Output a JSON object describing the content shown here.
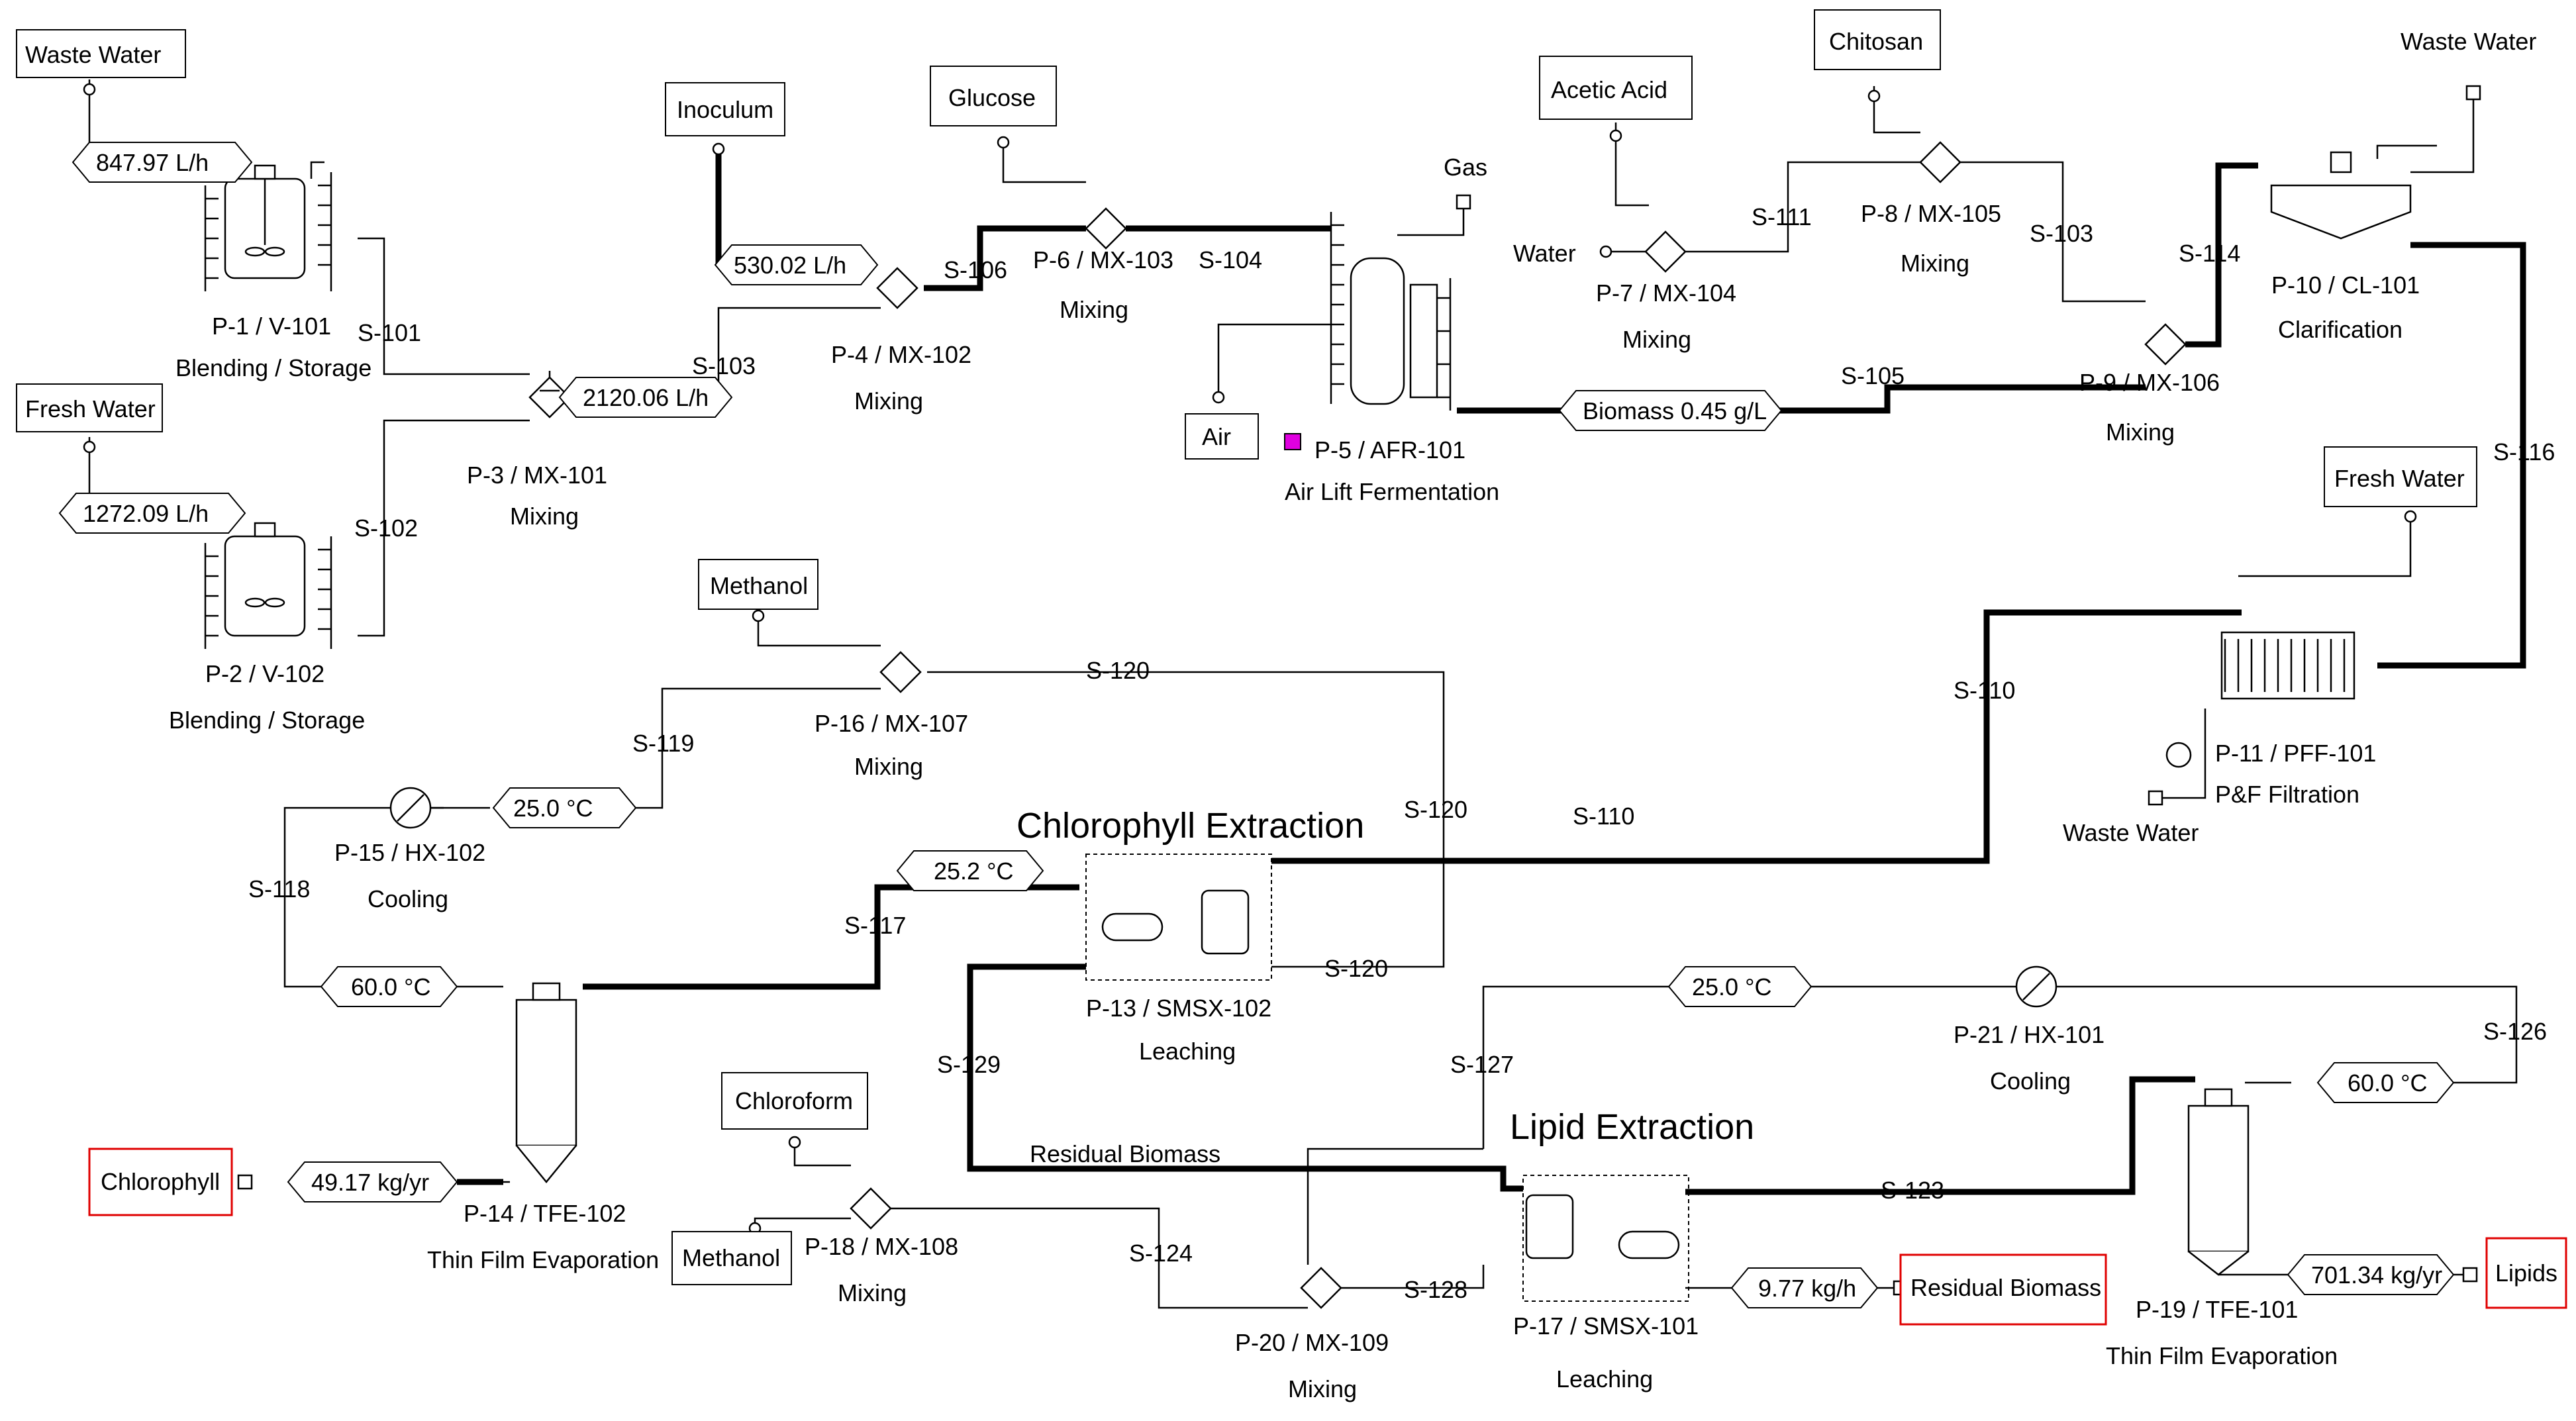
{
  "sources": {
    "waste_water_1": "Waste Water",
    "fresh_water_1": "Fresh Water",
    "inoculum": "Inoculum",
    "glucose": "Glucose",
    "air": "Air",
    "acetic_acid": "Acetic Acid",
    "water": "Water",
    "chitosan": "Chitosan",
    "waste_water_2": "Waste Water",
    "gas": "Gas",
    "fresh_water_2": "Fresh Water",
    "waste_water_3": "Waste Water",
    "methanol_1": "Methanol",
    "chloroform": "Chloroform",
    "methanol_2": "Methanol"
  },
  "products": {
    "chlorophyll": "Chlorophyll",
    "residual_biomass": "Residual Biomass",
    "lipids": "Lipids"
  },
  "flags": {
    "f1": "847.97 L/h",
    "f2": "1272.09 L/h",
    "f3": "2120.06 L/h",
    "f4": "530.02 L/h",
    "f5": "Biomass 0.45 g/L",
    "f6": "25.0 °C",
    "f7": "25.2 °C",
    "f8": "60.0 °C",
    "f9": "49.17 kg/yr",
    "f10": "25.0 °C",
    "f11": "60.0 °C",
    "f12": "9.77 kg/h",
    "f13": "701.34 kg/yr"
  },
  "units": {
    "p1": "P-1 / V-101",
    "p1_op": "Blending / Storage",
    "p2": "P-2 / V-102",
    "p2_op": "Blending / Storage",
    "p3": "P-3 / MX-101",
    "p3_op": "Mixing",
    "p4": "P-4 / MX-102",
    "p4_op": "Mixing",
    "p5": "P-5 / AFR-101",
    "p5_op": "Air Lift Fermentation",
    "p6": "P-6 / MX-103",
    "p6_op": "Mixing",
    "p7": "P-7 / MX-104",
    "p7_op": "Mixing",
    "p8": "P-8 / MX-105",
    "p8_op": "Mixing",
    "p9": "P-9 / MX-106",
    "p9_op": "Mixing",
    "p10": "P-10 / CL-101",
    "p10_op": "Clarification",
    "p11": "P-11 / PFF-101",
    "p11_op": "P&F Filtration",
    "p13": "P-13 / SMSX-102",
    "p13_op": "Leaching",
    "p14": "P-14 / TFE-102",
    "p14_op": "Thin Film Evaporation",
    "p15": "P-15 / HX-102",
    "p15_op": "Cooling",
    "p16": "P-16 / MX-107",
    "p16_op": "Mixing",
    "p17": "P-17 / SMSX-101",
    "p17_op": "Leaching",
    "p18": "P-18 / MX-108",
    "p18_op": "Mixing",
    "p19": "P-19 / TFE-101",
    "p19_op": "Thin Film Evaporation",
    "p20": "P-20 / MX-109",
    "p20_op": "Mixing",
    "p21": "P-21 / HX-101",
    "p21_op": "Cooling"
  },
  "streams": {
    "s101": "S-101",
    "s102": "S-102",
    "s103a": "S-103",
    "s103b": "S-103",
    "s104": "S-104",
    "s105": "S-105",
    "s106": "S-106",
    "s110a": "S-110",
    "s110b": "S-110",
    "s111": "S-111",
    "s114": "S-114",
    "s116": "S-116",
    "s117": "S-117",
    "s118": "S-118",
    "s119": "S-119",
    "s120a": "S-120",
    "s120b": "S-120",
    "s120c": "S-120",
    "s123": "S-123",
    "s124": "S-124",
    "s126": "S-126",
    "s127": "S-127",
    "s128": "S-128",
    "s129": "S-129",
    "residual_biomass_stream": "Residual Biomass"
  },
  "sections": {
    "chlorophyll_extraction": "Chlorophyll Extraction",
    "lipid_extraction": "Lipid Extraction"
  },
  "colors": {
    "line": "#000000",
    "product_box_border": "#e00000",
    "fermenter_icon": "#e000e0"
  }
}
